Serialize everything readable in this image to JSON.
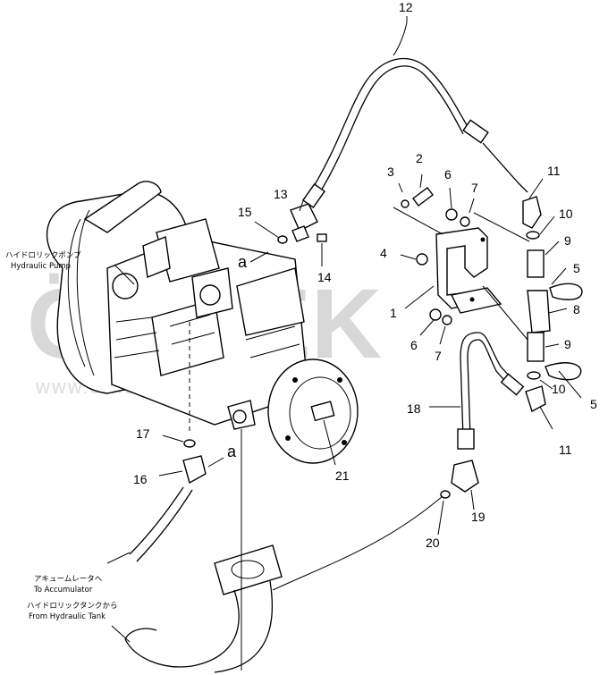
{
  "watermark": {
    "brand": "ÖRNEK",
    "url": "www.ornekmakinalari.com.tr"
  },
  "callouts": [
    "1",
    "2",
    "3",
    "4",
    "5",
    "5",
    "6",
    "6",
    "7",
    "7",
    "8",
    "9",
    "9",
    "10",
    "10",
    "11",
    "11",
    "12",
    "13",
    "14",
    "15",
    "16",
    "17",
    "18",
    "19",
    "20",
    "21"
  ],
  "marker": "a",
  "labels": {
    "pump_jp": "ハイドロリックポンプ",
    "pump_en": "Hydraulic Pump",
    "accum_jp": "アキュームレータへ",
    "accum_en": "To Accumulator",
    "tank_jp": "ハイドロリックタンクから",
    "tank_en": "From Hydraulic Tank"
  }
}
